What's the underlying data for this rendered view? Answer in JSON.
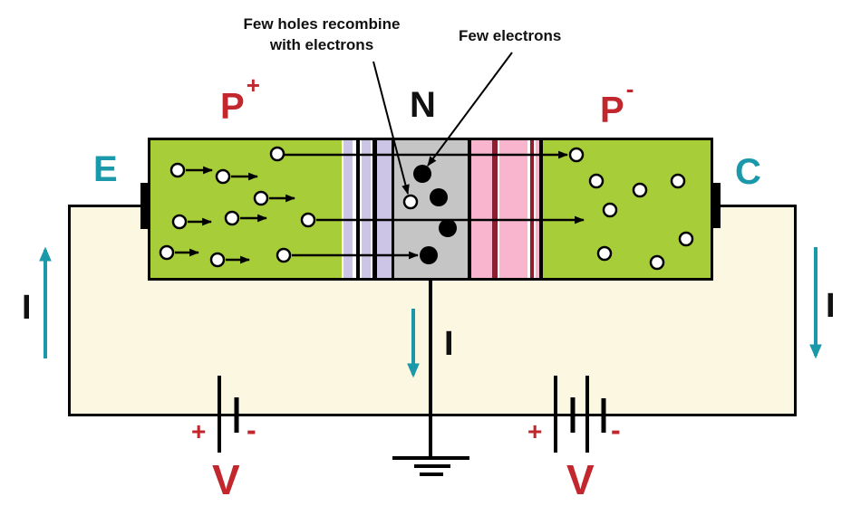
{
  "annotations": {
    "recombine_line1": "Few holes recombine",
    "recombine_line2": "with electrons",
    "few_electrons": "Few electrons"
  },
  "region_labels": {
    "emitter": "P",
    "emitter_sup": "+",
    "base": "N",
    "collector": "P",
    "collector_sup": "-"
  },
  "terminal_labels": {
    "emitter": "E",
    "collector": "C"
  },
  "current_labels": {
    "emitter": "I",
    "base": "I",
    "collector": "I"
  },
  "battery_left": {
    "label": "V",
    "plus": "+",
    "minus": "-"
  },
  "battery_right": {
    "label": "V",
    "plus": "+",
    "minus": "-"
  },
  "particles": {
    "emitter_holes": 10,
    "collector_holes": 8,
    "base_electrons": 4,
    "recombined_holes": 1
  },
  "colors": {
    "semiconductor_green": "#A7CE38",
    "base_gray": "#C5C5C5",
    "depletion_lavender": "#CCC5E6",
    "depletion_pink": "#F9B5CD",
    "depletion_maroon": "#8F1F2F",
    "circuit_cream": "#FBF7E1",
    "current_teal": "#1B98A9",
    "label_red": "#C1272D",
    "line_black": "#000000"
  }
}
